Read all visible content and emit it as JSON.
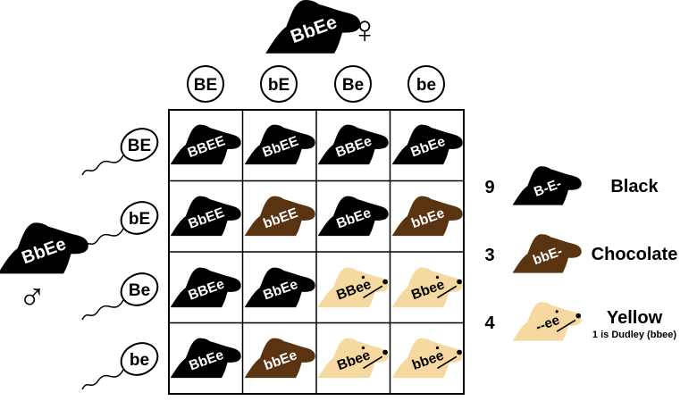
{
  "female_parent": {
    "genotype": "BbEe",
    "symbol": "♀"
  },
  "male_parent": {
    "genotype": "BbEe",
    "symbol": "♂"
  },
  "egg_gametes": [
    "BE",
    "bE",
    "Be",
    "be"
  ],
  "sperm_gametes": [
    "BE",
    "bE",
    "Be",
    "be"
  ],
  "grid": [
    [
      {
        "g": "BBEE",
        "c": "black"
      },
      {
        "g": "BbEE",
        "c": "black"
      },
      {
        "g": "BBEe",
        "c": "black"
      },
      {
        "g": "BbEe",
        "c": "black"
      }
    ],
    [
      {
        "g": "BbEE",
        "c": "black"
      },
      {
        "g": "bbEE",
        "c": "chocolate"
      },
      {
        "g": "BbEe",
        "c": "black"
      },
      {
        "g": "bbEe",
        "c": "chocolate"
      }
    ],
    [
      {
        "g": "BBEe",
        "c": "black"
      },
      {
        "g": "BbEe",
        "c": "black"
      },
      {
        "g": "BBee",
        "c": "yellow"
      },
      {
        "g": "Bbee",
        "c": "yellow"
      }
    ],
    [
      {
        "g": "BbEe",
        "c": "black"
      },
      {
        "g": "bbEe",
        "c": "chocolate"
      },
      {
        "g": "Bbee",
        "c": "yellow"
      },
      {
        "g": "bbee",
        "c": "yellow"
      }
    ]
  ],
  "legend": [
    {
      "count": "9",
      "genotype": "B-E-",
      "phenotype": "Black",
      "note": "",
      "color": "black"
    },
    {
      "count": "3",
      "genotype": "bbE-",
      "phenotype": "Chocolate",
      "note": "",
      "color": "chocolate"
    },
    {
      "count": "4",
      "genotype": "--ee",
      "phenotype": "Yellow",
      "note": "1 is Dudley (bbee)",
      "color": "yellow"
    }
  ],
  "colors": {
    "black": "#000000",
    "chocolate": "#5a3410",
    "yellow": "#f5d9a0"
  }
}
